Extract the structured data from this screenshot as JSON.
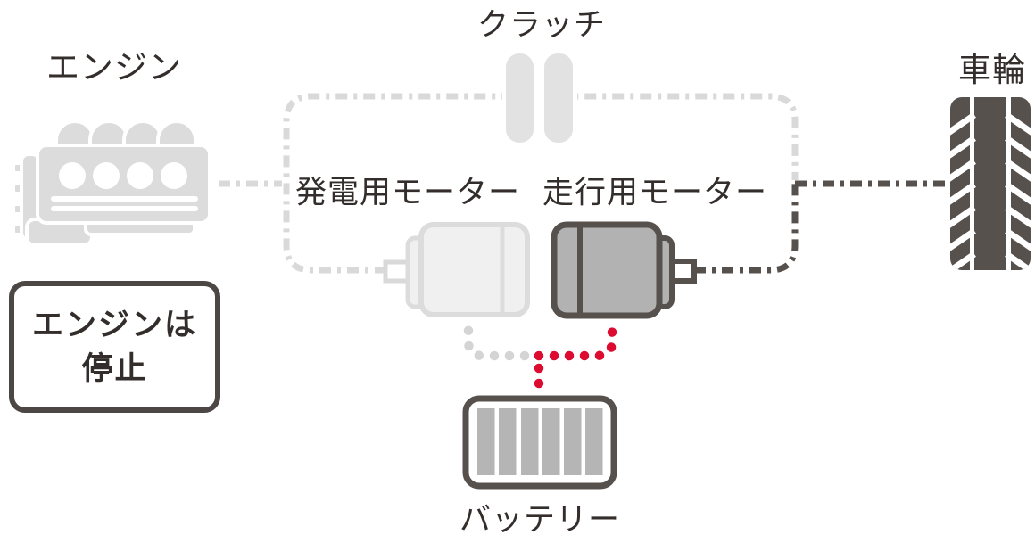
{
  "diagram": {
    "labels": {
      "engine": "エンジン",
      "clutch": "クラッチ",
      "wheel": "車輪",
      "generator_motor": "発電用モーター",
      "drive_motor": "走行用モーター",
      "battery": "バッテリー"
    },
    "status_box": {
      "line1": "エンジンは",
      "line2": "停止"
    },
    "colors": {
      "inactive_gray": "#d9d9d9",
      "active_dark": "#57514e",
      "power_flow_red": "#dd0b2f",
      "text": "#332e2c"
    }
  }
}
